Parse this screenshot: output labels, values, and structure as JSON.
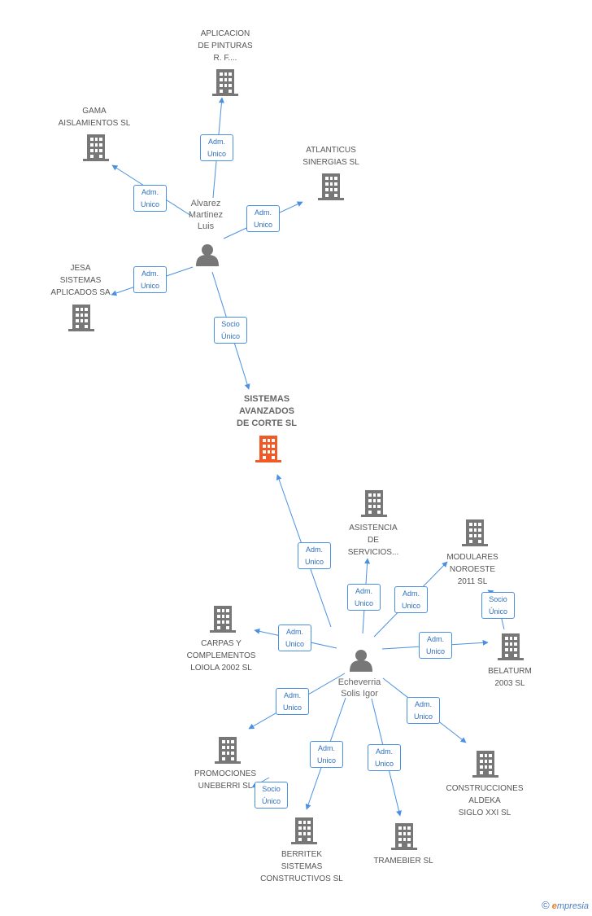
{
  "colors": {
    "edge": "#4a90e2",
    "node": "#777777",
    "center_node": "#f15a24"
  },
  "center": {
    "label": "SISTEMAS\nAVANZADOS\nDE CORTE SL"
  },
  "persons": [
    {
      "id": "alvarez",
      "label": "Alvarez\nMartinez\nLuis"
    },
    {
      "id": "echeverria",
      "label": "Echeverria\nSolis Igor"
    }
  ],
  "companies": [
    {
      "id": "aplicacion",
      "label": "APLICACION\nDE PINTURAS\nR. F...."
    },
    {
      "id": "gama",
      "label": "GAMA\nAISLAMIENTOS SL"
    },
    {
      "id": "atlanticus",
      "label": "ATLANTICUS\nSINERGIAS SL"
    },
    {
      "id": "jesa",
      "label": "JESA\nSISTEMAS\nAPLICADOS SA"
    },
    {
      "id": "asistencia",
      "label": "ASISTENCIA\nDE\nSERVICIOS..."
    },
    {
      "id": "modulares",
      "label": "MODULARES\nNOROESTE\n2011 SL"
    },
    {
      "id": "belaturm",
      "label": "BELATURM\n2003 SL"
    },
    {
      "id": "carpas",
      "label": "CARPAS Y\nCOMPLEMENTOS\nLOIOLA 2002 SL"
    },
    {
      "id": "promociones",
      "label": "PROMOCIONES\nUNEBERRI SL"
    },
    {
      "id": "construcciones",
      "label": "CONSTRUCCIONES\nALDEKA\nSIGLO XXI SL"
    },
    {
      "id": "berritek",
      "label": "BERRITEK\nSISTEMAS\nCONSTRUCTIVOS SL"
    },
    {
      "id": "tramebier",
      "label": "TRAMEBIER SL"
    }
  ],
  "edges": [
    {
      "id": "e1",
      "from": "alvarez",
      "to": "aplicacion",
      "label": "Adm.\nUnico"
    },
    {
      "id": "e2",
      "from": "alvarez",
      "to": "gama",
      "label": "Adm.\nUnico"
    },
    {
      "id": "e3",
      "from": "alvarez",
      "to": "atlanticus",
      "label": "Adm.\nUnico"
    },
    {
      "id": "e4",
      "from": "alvarez",
      "to": "jesa",
      "label": "Adm.\nUnico"
    },
    {
      "id": "e5",
      "from": "alvarez",
      "to": "center",
      "label": "Socio\nÚnico"
    },
    {
      "id": "e6",
      "from": "echeverria",
      "to": "center",
      "label": "Adm.\nUnico"
    },
    {
      "id": "e7",
      "from": "echeverria",
      "to": "asistencia",
      "label": "Adm.\nUnico"
    },
    {
      "id": "e8",
      "from": "echeverria",
      "to": "modulares",
      "label": "Adm.\nUnico"
    },
    {
      "id": "e9",
      "from": "echeverria",
      "to": "belaturm",
      "label": "Adm.\nUnico"
    },
    {
      "id": "e10",
      "from": "echeverria",
      "to": "carpas",
      "label": "Adm.\nUnico"
    },
    {
      "id": "e11",
      "from": "echeverria",
      "to": "promociones",
      "label": "Adm.\nUnico"
    },
    {
      "id": "e12",
      "from": "echeverria",
      "to": "construcciones",
      "label": "Adm.\nUnico"
    },
    {
      "id": "e13",
      "from": "echeverria",
      "to": "berritek",
      "label": "Adm.\nUnico"
    },
    {
      "id": "e14",
      "from": "echeverria",
      "to": "tramebier",
      "label": "Adm.\nUnico"
    },
    {
      "id": "e15",
      "from": "belaturm",
      "to": "modulares",
      "label": "Socio\nÚnico"
    },
    {
      "id": "e16",
      "from": "berritek",
      "to": "promociones",
      "label": "Socio\nÚnico"
    }
  ],
  "footer": {
    "copyright": "©",
    "brand_first": "e",
    "brand_rest": "mpresia"
  }
}
